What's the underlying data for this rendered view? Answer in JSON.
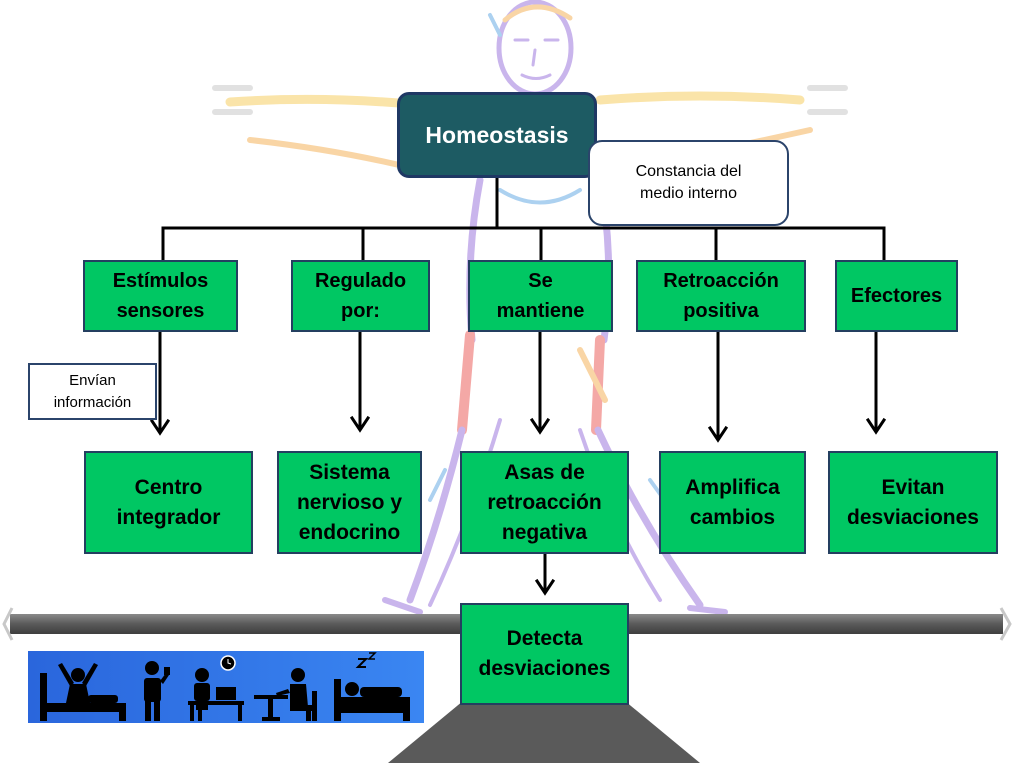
{
  "root": {
    "label": "Homeostasis"
  },
  "note": {
    "label": "Constancia del\nmedio interno"
  },
  "row1": [
    {
      "label": "Estímulos\nsensores"
    },
    {
      "label": "Regulado\npor:"
    },
    {
      "label": "Se\nmantiene"
    },
    {
      "label": "Retroacción\npositiva"
    },
    {
      "label": "Efectores"
    }
  ],
  "side_note": {
    "label": "Envían\ninformación"
  },
  "row2": [
    {
      "label": "Centro\nintegrador"
    },
    {
      "label": "Sistema\nnervioso y\nendocrino"
    },
    {
      "label": "Asas de\nretroacción\nnegativa"
    },
    {
      "label": "Amplifica\ncambios"
    },
    {
      "label": "Evitan\ndesviaciones"
    }
  ],
  "bottom": {
    "label": "Detecta\ndesviaciones"
  },
  "activities_icons": [
    "waking-up-icon",
    "drinking-icon",
    "working-at-desk-icon",
    "eating-icon",
    "sleeping-icon"
  ],
  "colors": {
    "node_fill": "#00c763",
    "node_border": "#243f60",
    "root_fill": "#1d5b63",
    "connector": "#000000",
    "beam": "#555555",
    "activities_bg": "#2f74e6"
  }
}
